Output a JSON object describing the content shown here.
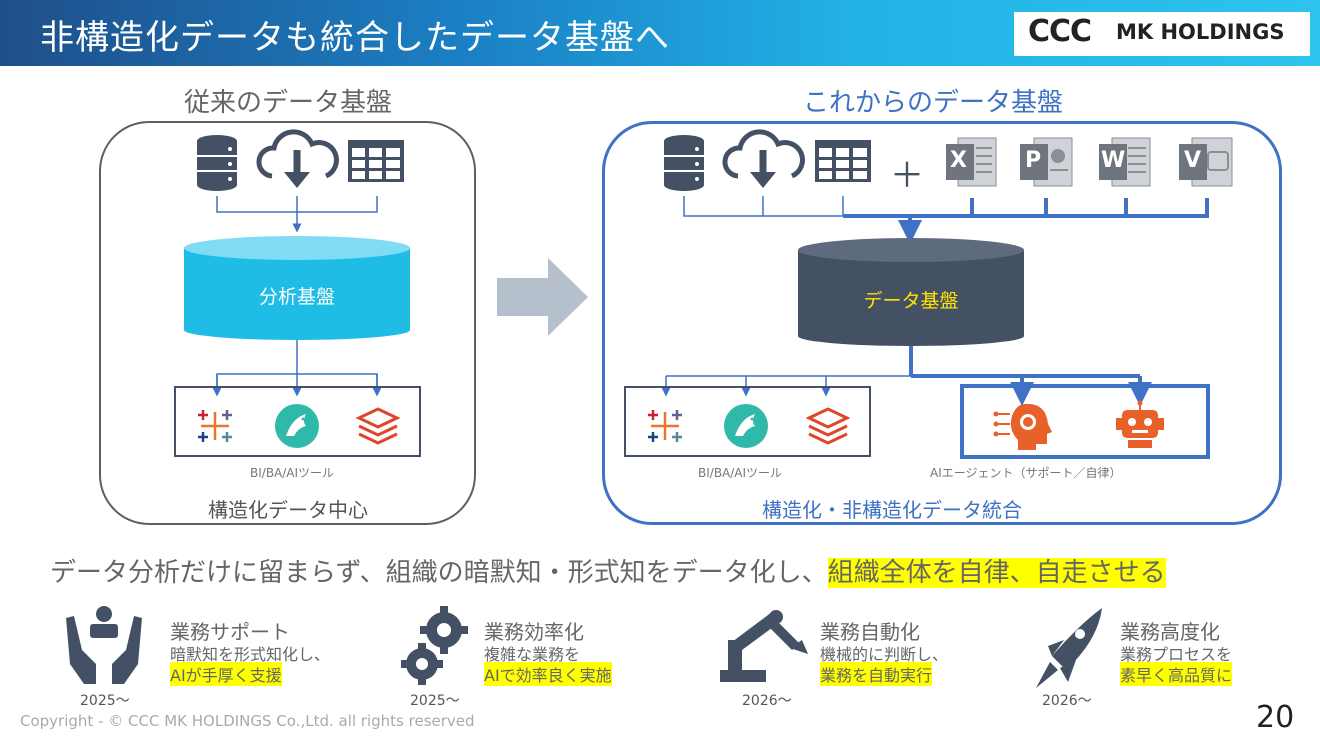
{
  "header": {
    "title": "非構造化データも統合したデータ基盤へ",
    "logo_mark": "CCC",
    "logo_text": "MK HOLDINGS"
  },
  "left": {
    "title": "従来のデータ基盤",
    "cylinder_label": "分析基盤",
    "tools_label": "BI/BA/AIツール",
    "caption": "構造化データ中心",
    "sources": [
      "database-icon",
      "cloud-download-icon",
      "table-icon"
    ],
    "tools": [
      "tableau-icon",
      "bird-icon",
      "stack-icon"
    ]
  },
  "right": {
    "title": "これからのデータ基盤",
    "plus": "＋",
    "cylinder_label": "データ基盤",
    "tools_label": "BI/BA/AIツール",
    "agents_label": "AIエージェント（サポート／自律）",
    "caption": "構造化・非構造化データ統合",
    "sources": [
      "database-icon",
      "cloud-download-icon",
      "table-icon"
    ],
    "office_files": [
      {
        "letter": "X",
        "icon": "excel-icon"
      },
      {
        "letter": "P",
        "icon": "powerpoint-icon"
      },
      {
        "letter": "W",
        "icon": "word-icon"
      },
      {
        "letter": "V",
        "icon": "video-icon"
      }
    ],
    "agents": [
      "ai-brain-icon",
      "robot-icon"
    ]
  },
  "message": {
    "text": "データ分析だけに留まらず、組織の暗默知・形式知をデータ化し、",
    "highlight": "組織全体を自律、自走させる"
  },
  "benefits": [
    {
      "icon": "support-hands-icon",
      "title": "業務サポート",
      "line1": "暗默知を形式知化し、",
      "line2": "AIが手厚く支援",
      "year": "2025～"
    },
    {
      "icon": "gears-icon",
      "title": "業務効率化",
      "line1": "複雑な業務を",
      "line2": "AIで効率良く実施",
      "year": "2025～"
    },
    {
      "icon": "robot-arm-icon",
      "title": "業務自動化",
      "line1": "機械的に判断し、",
      "line2": "業務を自動実行",
      "year": "2026～"
    },
    {
      "icon": "rocket-icon",
      "title": "業務高度化",
      "line1": "業務プロセスを",
      "line2": "素早く高品質に",
      "year": "2026～"
    }
  ],
  "footer": {
    "copyright": "Copyright - © CCC MK HOLDINGS Co.,Ltd. all rights reserved",
    "page_number": "20"
  },
  "colors": {
    "header_start": "#1f4f8a",
    "header_end": "#2ec3ef",
    "cylinder_left": "#1fbde6",
    "cylinder_right": "#445164",
    "cylinder_right_text": "#ffe600",
    "right_accent": "#3f72c4",
    "highlight": "#ffff00",
    "icon_dark": "#445164"
  }
}
